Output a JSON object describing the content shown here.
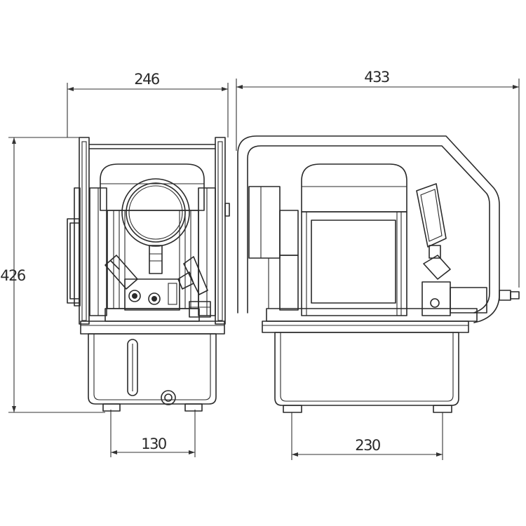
{
  "dimensions": {
    "front_width": "246",
    "side_length": "433",
    "height": "426",
    "front_feet_spacing": "130",
    "side_feet_spacing": "230"
  }
}
